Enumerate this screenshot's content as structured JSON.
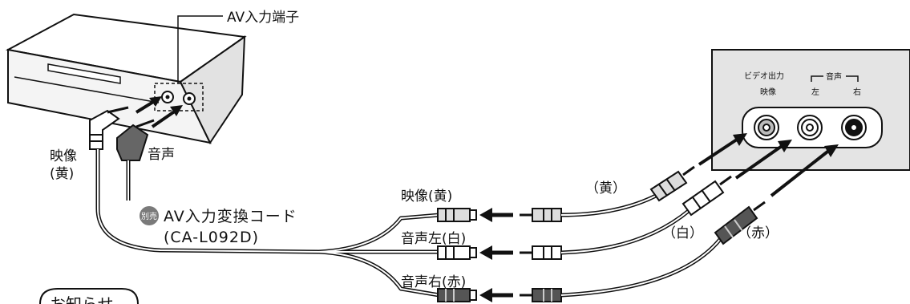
{
  "labels": {
    "av_input_terminal": "AV入力端子",
    "device_video": "映像",
    "device_video_yellow": "(黄)",
    "device_audio": "音声",
    "separate_badge": "別売",
    "converter_cord_name": "AV入力変換コード",
    "converter_cord_model": "(CA-L092D)",
    "plug_video_yellow": "映像(黄)",
    "plug_audio_left_white": "音声左(白)",
    "plug_audio_right_red": "音声右(赤)",
    "cable_yellow": "（黄）",
    "cable_white": "（白）",
    "cable_red": "（赤）",
    "panel_video_output": "ビデオ出力",
    "panel_video": "映像",
    "panel_audio": "音声",
    "panel_left": "左",
    "panel_right": "右",
    "notice_tab": "お知らせ"
  },
  "colors": {
    "line": "#111111",
    "panel_fill": "#e4e4e4",
    "device_fill": "#ffffff",
    "plug_dark": "#555555",
    "plug_light": "#dddddd",
    "badge": "#7a7a7a"
  }
}
